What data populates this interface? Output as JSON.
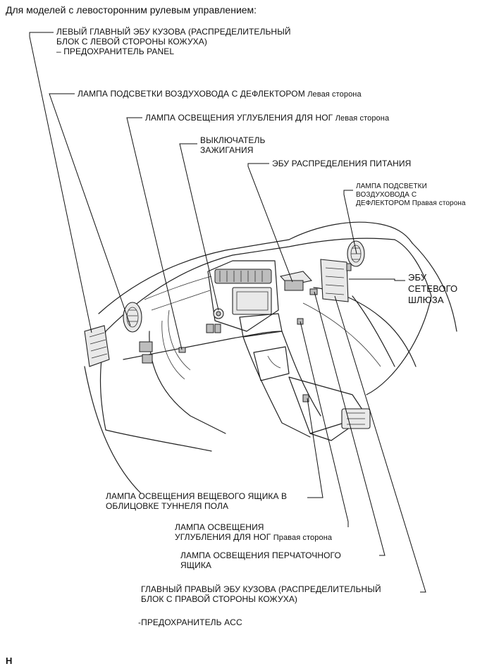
{
  "header": "Для моделей с левосторонним рулевым управлением:",
  "footer": "H",
  "labels": {
    "left_main_ecu": {
      "line1": "ЛЕВЫЙ ГЛАВНЫЙ ЭБУ КУЗОВА (РАСПРЕДЕЛИТЕЛЬНЫЙ",
      "line2": "БЛОК С ЛЕВОЙ СТОРОНЫ КОЖУХА)",
      "line3": "– ПРЕДОХРАНИТЕЛЬ PANEL"
    },
    "vent_lamp_left": {
      "text": "ЛАМПА ПОДСВЕТКИ ВОЗДУХОВОДА С ДЕФЛЕКТОРОМ",
      "side": "Левая сторона"
    },
    "footwell_lamp_left": {
      "text": "ЛАМПА ОСВЕЩЕНИЯ УГЛУБЛЕНИЯ ДЛЯ НОГ",
      "side": "Левая сторона"
    },
    "ignition_switch": {
      "line1": "ВЫКЛЮЧАТЕЛЬ",
      "line2": "ЗАЖИГАНИЯ"
    },
    "power_dist_ecu": "ЭБУ РАСПРЕДЕЛЕНИЯ ПИТАНИЯ",
    "vent_lamp_right": {
      "line1": "ЛАМПА ПОДСВЕТКИ",
      "line2": "ВОЗДУХОВОДА С",
      "line3": "ДЕФЛЕКТОРОМ",
      "side": "Правая сторона"
    },
    "gateway_ecu": {
      "line1": "ЭБУ",
      "line2": "СЕТЕВОГО",
      "line3": "ШЛЮЗА"
    },
    "console_box_lamp": {
      "line1": "ЛАМПА ОСВЕЩЕНИЯ ВЕЩЕВОГО ЯЩИКА В",
      "line2": "ОБЛИЦОВКЕ ТУННЕЛЯ ПОЛА"
    },
    "footwell_lamp_right": {
      "line1": "ЛАМПА ОСВЕЩЕНИЯ",
      "line2": "УГЛУБЛЕНИЯ ДЛЯ НОГ",
      "side": "Правая сторона"
    },
    "glovebox_lamp": {
      "line1": "ЛАМПА ОСВЕЩЕНИЯ ПЕРЧАТОЧНОГО",
      "line2": "ЯЩИКА"
    },
    "right_main_ecu": {
      "line1": "ГЛАВНЫЙ ПРАВЫЙ ЭБУ КУЗОВА (РАСПРЕДЕЛИТЕЛЬНЫЙ",
      "line2": "БЛОК С ПРАВОЙ СТОРОНЫ КОЖУХА)",
      "line3": "-ПРЕДОХРАНИТЕЛЬ ACC"
    }
  }
}
